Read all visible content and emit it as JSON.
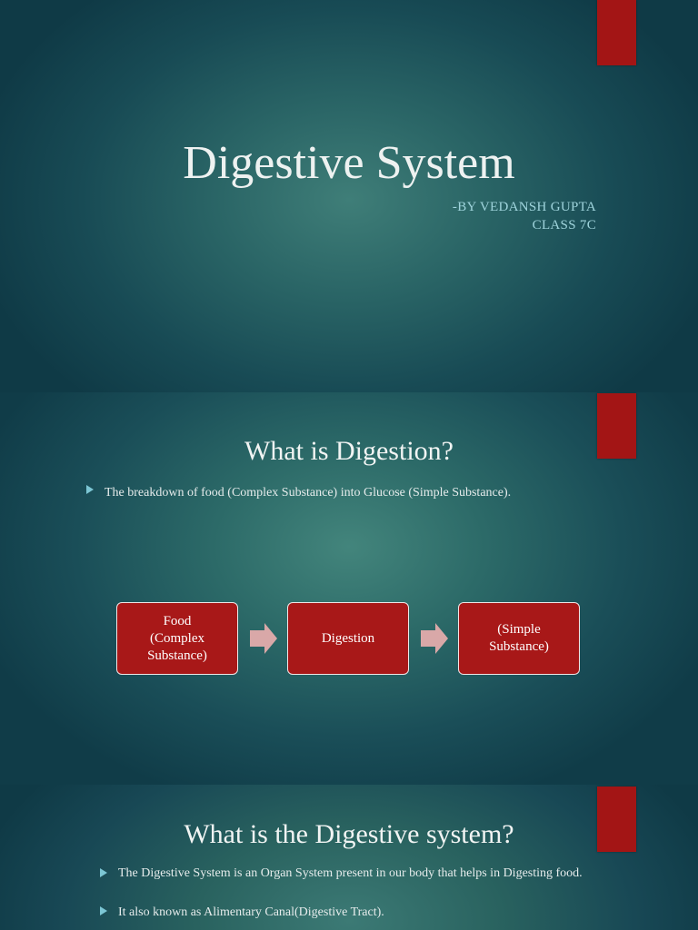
{
  "slide1": {
    "title": "Digestive System",
    "author": "-BY VEDANSH GUPTA",
    "class": "CLASS 7C"
  },
  "slide2": {
    "heading": "What is Digestion?",
    "bullet": "The breakdown of food (Complex Substance) into Glucose (Simple Substance).",
    "flow": {
      "box1_line1": "Food",
      "box1_line2": "(Complex",
      "box1_line3": "Substance)",
      "box2": "Digestion",
      "box3_line1": "(Simple",
      "box3_line2": "Substance)"
    }
  },
  "slide3": {
    "heading": "What is the Digestive system?",
    "bullets": [
      "The Digestive System is an Organ System present in our body that helps in Digesting food.",
      "It also known as Alimentary Canal(Digestive Tract)."
    ]
  },
  "colors": {
    "accent_red": "#a31515",
    "box_red": "#a81818",
    "arrow_pink": "#d9a8a8",
    "bullet_teal": "#7cc6d4"
  }
}
